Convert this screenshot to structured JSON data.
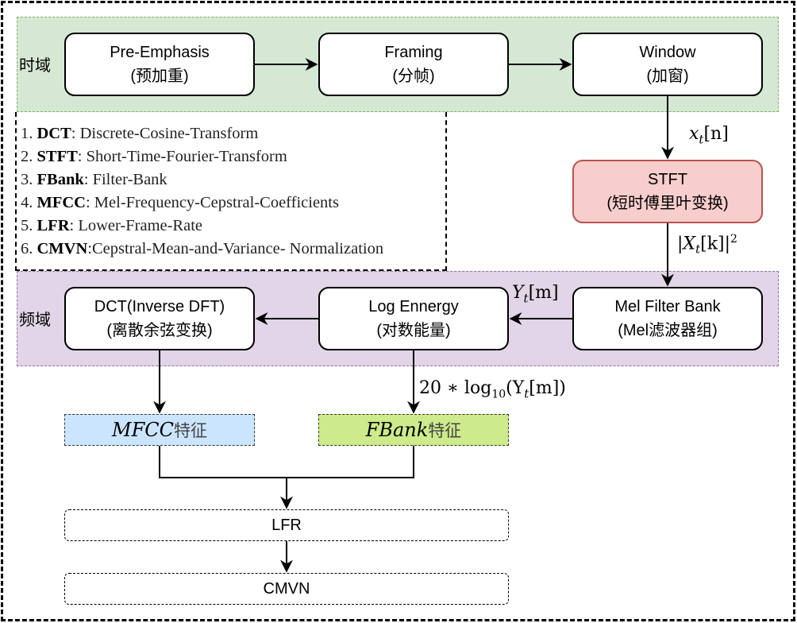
{
  "regions": {
    "time_domain": {
      "label": "时域",
      "color": "#d5e8d4",
      "border": "#82b366"
    },
    "freq_domain": {
      "label": "频域",
      "color": "#e1d5e7",
      "border": "#9673a6"
    }
  },
  "nodes": {
    "pre_emphasis": {
      "title": "Pre-Emphasis",
      "subtitle": "(预加重)"
    },
    "framing": {
      "title": "Framing",
      "subtitle": "(分帧)"
    },
    "window": {
      "title": "Window",
      "subtitle": "(加窗)"
    },
    "stft": {
      "title": "STFT",
      "subtitle": "(短时傅里叶变换)",
      "color": "#f8cecc",
      "border": "#b85450"
    },
    "mel_filter_bank": {
      "title": "Mel Filter Bank",
      "subtitle": "(Mel滤波器组)"
    },
    "log_energy": {
      "title": "Log Ennergy",
      "subtitle": "(对数能量)"
    },
    "dct": {
      "title": "DCT(Inverse DFT)",
      "subtitle": "(离散余弦变换)"
    },
    "mfcc_feature": {
      "math": "MFCC",
      "suffix": "特征",
      "color": "#cce5ff"
    },
    "fbank_feature": {
      "math": "FBank",
      "suffix": "特征",
      "color": "#cdeb8b"
    },
    "lfr": {
      "title": "LFR"
    },
    "cmvn": {
      "title": "CMVN"
    }
  },
  "edge_labels": {
    "window_to_stft": {
      "base": "x",
      "sub": "t",
      "rest": "[n]"
    },
    "stft_to_mel": {
      "pre": "|",
      "base": "X",
      "sub": "t",
      "rest": "[k]|",
      "sup": "2"
    },
    "mel_to_log": {
      "base": "Y",
      "sub": "t",
      "rest": "[m]"
    },
    "log_to_fbank": {
      "pre": "20 ∗ log",
      "sub": "10",
      "rest": "(Y",
      "sub2": "t",
      "rest2": "[m])"
    }
  },
  "legend": [
    {
      "num": "1.",
      "abbr": "DCT",
      "text": ": Discrete-Cosine-Transform"
    },
    {
      "num": "2.",
      "abbr": "STFT",
      "text": ": Short-Time-Fourier-Transform"
    },
    {
      "num": "3.",
      "abbr": "FBank",
      "text": ": Filter-Bank"
    },
    {
      "num": "4.",
      "abbr": "MFCC",
      "text": ": Mel-Frequency-Cepstral-Coefficients"
    },
    {
      "num": "5.",
      "abbr": "LFR",
      "text": ": Lower-Frame-Rate"
    },
    {
      "num": "6.",
      "abbr": "CMVN",
      "text": ":Cepstral-Mean-and-Variance- Normalization"
    }
  ]
}
